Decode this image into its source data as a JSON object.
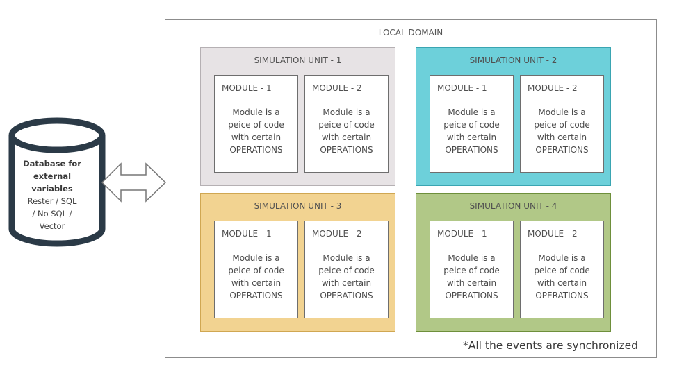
{
  "domain": {
    "title": "LOCAL DOMAIN",
    "footnote": "*All the events are synchronized"
  },
  "database": {
    "title_lines": [
      "Database for",
      "external",
      "variables"
    ],
    "subtitle_lines": [
      "Rester / SQL",
      "/ No SQL /",
      "Vector"
    ],
    "body_color": "#ffffff",
    "stroke_color": "#2b3a47"
  },
  "connector": {
    "icon": "double-arrow-icon",
    "stroke_color": "#777777"
  },
  "units": [
    {
      "title": "SIMULATION UNIT - 1",
      "fill": "#e7e3e5",
      "stroke": "#b5b0b3",
      "modules": [
        {
          "title": "MODULE - 1",
          "lines": [
            "Module is a",
            "peice of code",
            "with certain",
            "OPERATIONS"
          ]
        },
        {
          "title": "MODULE - 2",
          "lines": [
            "Module is a",
            "peice of code",
            "with certain",
            "OPERATIONS"
          ]
        }
      ]
    },
    {
      "title": "SIMULATION UNIT - 2",
      "fill": "#6dd0da",
      "stroke": "#3aa5b2",
      "modules": [
        {
          "title": "MODULE - 1",
          "lines": [
            "Module is a",
            "peice of code",
            "with certain",
            "OPERATIONS"
          ]
        },
        {
          "title": "MODULE - 2",
          "lines": [
            "Module is a",
            "peice of code",
            "with certain",
            "OPERATIONS"
          ]
        }
      ]
    },
    {
      "title": "SIMULATION UNIT - 3",
      "fill": "#f2d391",
      "stroke": "#d0a752",
      "modules": [
        {
          "title": "MODULE - 1",
          "lines": [
            "Module is a",
            "peice of code",
            "with certain",
            "OPERATIONS"
          ]
        },
        {
          "title": "MODULE - 2",
          "lines": [
            "Module is a",
            "peice of code",
            "with certain",
            "OPERATIONS"
          ]
        }
      ]
    },
    {
      "title": "SIMULATION UNIT - 4",
      "fill": "#b1c887",
      "stroke": "#6e8f3b",
      "modules": [
        {
          "title": "MODULE - 1",
          "lines": [
            "Module is a",
            "peice of code",
            "with certain",
            "OPERATIONS"
          ]
        },
        {
          "title": "MODULE - 2",
          "lines": [
            "Module is a",
            "peice of code",
            "with certain",
            "OPERATIONS"
          ]
        }
      ]
    }
  ]
}
